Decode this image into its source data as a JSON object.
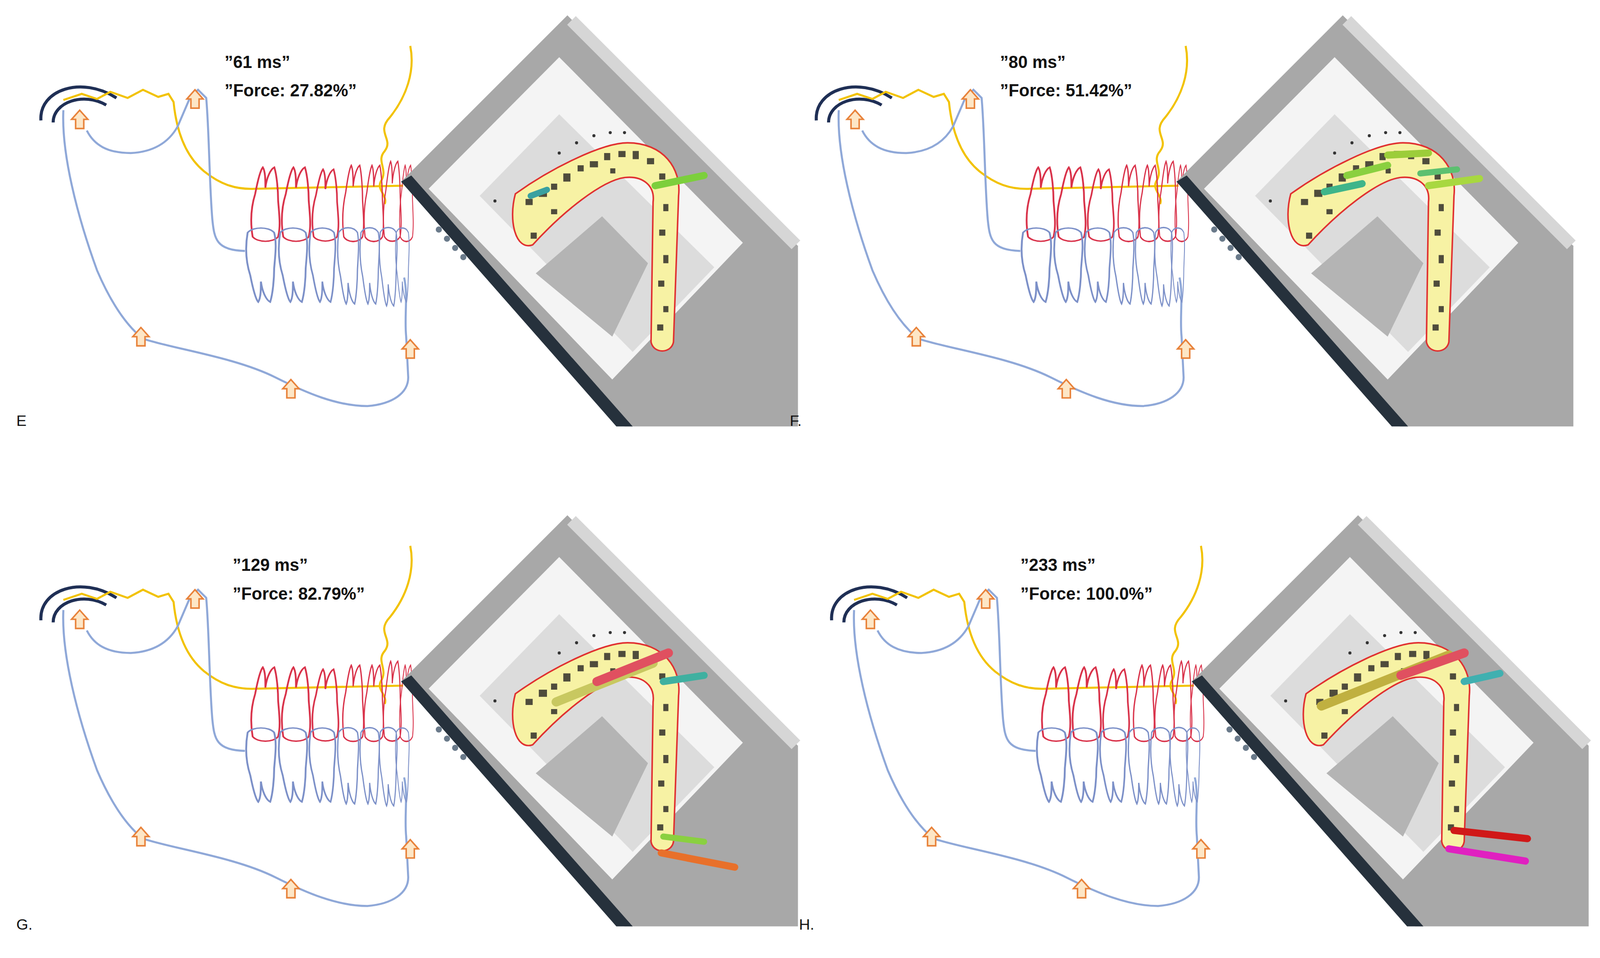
{
  "diagram": {
    "labels": [
      "”61 ms”",
      "”Force: 27.82%”",
      "E",
      "”80 ms”",
      "”Force: 51.42%”",
      "F.",
      "”129 ms”",
      "”Force: 82.79%”",
      "G.",
      "”233 ms”",
      "”Force: 100.0%”",
      "H."
    ]
  }
}
